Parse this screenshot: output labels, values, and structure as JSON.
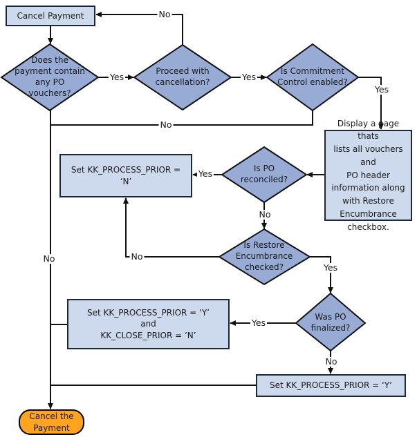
{
  "nodes": {
    "cancel_payment_start": "Cancel Payment",
    "po_vouchers_q": "Does the\npayment contain\nany PO\nvouchers?",
    "proceed_q": "Proceed with\ncancellation?",
    "commitment_q": "Is Commitment\nControl enabled?",
    "display_page": "Display a page thats\nlists all vouchers and\nPO header\ninformation along\nwith Restore\nEncumbrance\ncheckbox.",
    "set_prior_n": "Set KK_PROCESS_PRIOR =\n‘N’",
    "po_reconciled_q": "Is PO\nreconciled?",
    "restore_encumbrance_q": "Is Restore\nEncumbrance\nchecked?",
    "was_po_finalized_q": "Was PO\nfinalized?",
    "set_prior_y_close_n": "Set KK_PROCESS_PRIOR = ‘Y’\nand\nKK_CLOSE_PRIOR = ‘N’",
    "set_prior_y": "Set KK_PROCESS_PRIOR = ‘Y’",
    "cancel_payment_end": "Cancel the\nPayment"
  },
  "edge_labels": {
    "yes": "Yes",
    "no": "No"
  },
  "colors": {
    "process_fill": "#cdd9ec",
    "decision_fill": "#97abd5",
    "terminal_fill": "#ffa41f",
    "line": "#111111",
    "text": "#1a1a1a"
  }
}
